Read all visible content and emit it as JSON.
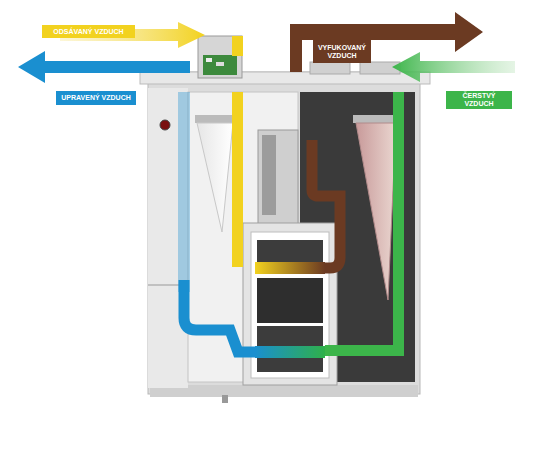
{
  "diagram": {
    "nodes": [
      {
        "text": [
          "ODSÁVANÝ VZDUCH"
        ]
      },
      {
        "text": [
          "VYFUKOVANÝ VZDUCH"
        ]
      },
      {
        "text": [
          "UPRAVENÝ VZDUCH"
        ]
      },
      {
        "text": [
          "ČERSTVÝ VZDUCH"
        ]
      }
    ]
  }
}
